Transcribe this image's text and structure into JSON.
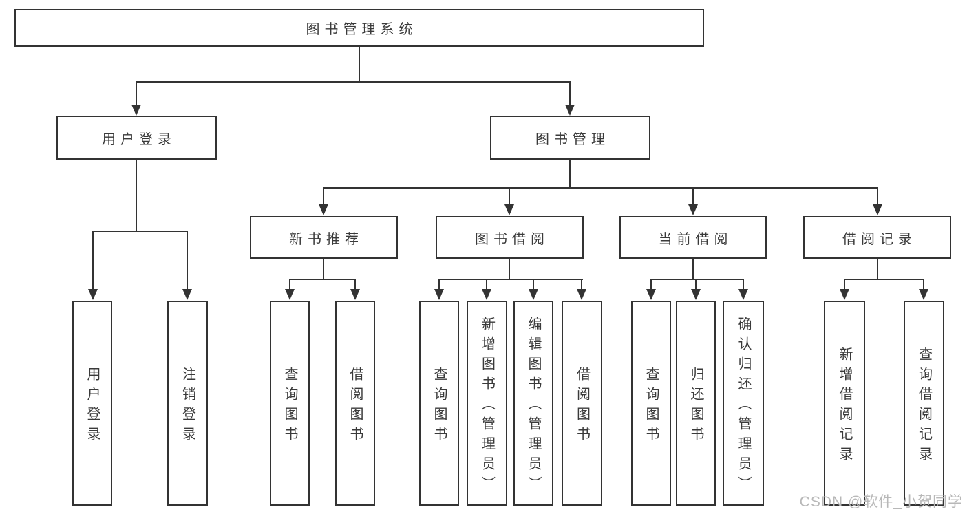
{
  "diagram": {
    "root": {
      "label": "图书管理系统"
    },
    "level2": [
      {
        "label": "用户登录"
      },
      {
        "label": "图书管理"
      }
    ],
    "level3": [
      {
        "label": "新书推荐"
      },
      {
        "label": "图书借阅"
      },
      {
        "label": "当前借阅"
      },
      {
        "label": "借阅记录"
      }
    ],
    "leaves": {
      "user_login": [
        "用户登录",
        "注销登录"
      ],
      "new_books": [
        "查询图书",
        "借阅图书"
      ],
      "book_borrow": [
        "查询图书",
        "新增图书（管理员）",
        "编辑图书（管理员）",
        "借阅图书"
      ],
      "current_borrow": [
        "查询图书",
        "归还图书",
        "确认归还（管理员）"
      ],
      "borrow_records": [
        "新增借阅记录",
        "查询借阅记录"
      ]
    }
  },
  "watermark": {
    "text": "CSDN @软件_小贺同学"
  },
  "colors": {
    "line": "#333333",
    "text": "#3a3a3a",
    "watermark": "#b8b8b8",
    "background": "#ffffff"
  }
}
